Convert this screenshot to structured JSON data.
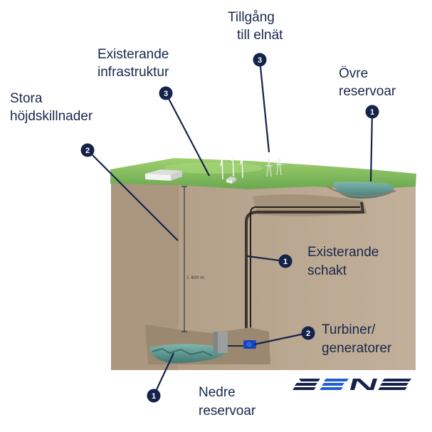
{
  "labels": {
    "grid_access_line1": "Tillgång",
    "grid_access_line2": "till elnät",
    "existing_infra_line1": "Existerande",
    "existing_infra_line2": "infrastruktur",
    "height_diff_line1": "Stora",
    "height_diff_line2": "höjdskillnader",
    "upper_res_line1": "Övre",
    "upper_res_line2": "reservoar",
    "shaft_line1": "Existerande",
    "shaft_line2": "schakt",
    "turbine_line1": "Turbiner/",
    "turbine_line2": "generatorer",
    "lower_res_line1": "Nedre",
    "lower_res_line2": "reservoar",
    "depth_measure": "1 400 m"
  },
  "badges": {
    "grid_access": "3",
    "existing_infra": "3",
    "height_diff": "2",
    "upper_res": "1",
    "shaft": "1",
    "turbine": "2",
    "lower_res": "1"
  },
  "logo": {
    "text": "SENS"
  },
  "colors": {
    "text": "#18284c",
    "badge": "#15234a",
    "grass": "#86bf5e",
    "rock": "#b7a48d",
    "water": "#4f8c86",
    "turbine": "#1f49c9"
  }
}
